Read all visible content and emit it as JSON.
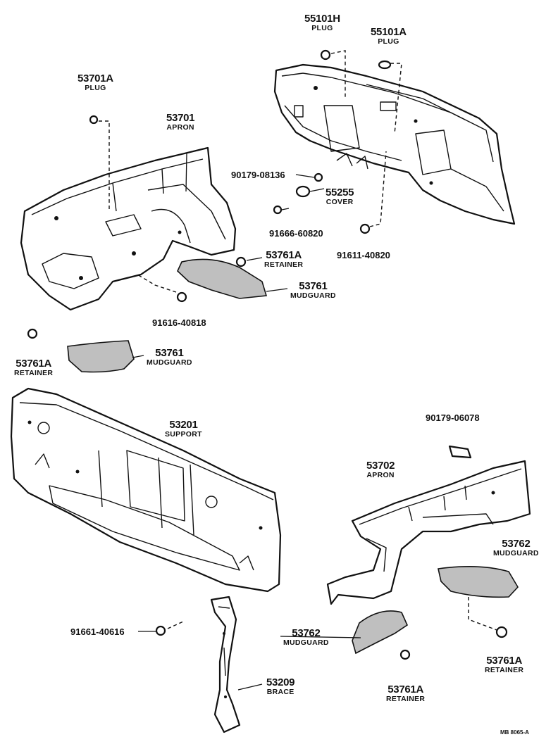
{
  "labels": [
    {
      "id": "p55101h",
      "number": "55101H",
      "name": "PLUG"
    },
    {
      "id": "p55101a",
      "number": "55101A",
      "name": "PLUG"
    },
    {
      "id": "p53701a",
      "number": "53701A",
      "name": "PLUG"
    },
    {
      "id": "p53701",
      "number": "53701",
      "name": "APRON"
    },
    {
      "id": "p55255",
      "number": "55255",
      "name": "COVER"
    },
    {
      "id": "p53761a_top",
      "number": "53761A",
      "name": "RETAINER"
    },
    {
      "id": "p53761_top",
      "number": "53761",
      "name": "MUDGUARD"
    },
    {
      "id": "p53761a_left",
      "number": "53761A",
      "name": "RETAINER"
    },
    {
      "id": "p53761_left",
      "number": "53761",
      "name": "MUDGUARD"
    },
    {
      "id": "p53201",
      "number": "53201",
      "name": "SUPPORT"
    },
    {
      "id": "p53702",
      "number": "53702",
      "name": "APRON"
    },
    {
      "id": "p53762_right",
      "number": "53762",
      "name": "MUDGUARD"
    },
    {
      "id": "p53762_mid",
      "number": "53762",
      "name": "MUDGUARD"
    },
    {
      "id": "p53761a_mid",
      "number": "53761A",
      "name": "RETAINER"
    },
    {
      "id": "p53761a_right",
      "number": "53761A",
      "name": "RETAINER"
    },
    {
      "id": "p53209",
      "number": "53209",
      "name": "BRACE"
    }
  ],
  "codes": [
    {
      "id": "c90179_08136",
      "text": "90179-08136"
    },
    {
      "id": "c91666_60820",
      "text": "91666-60820"
    },
    {
      "id": "c91611_40820",
      "text": "91611-40820"
    },
    {
      "id": "c91616_40818",
      "text": "91616-40818"
    },
    {
      "id": "c90179_06078",
      "text": "90179-06078"
    },
    {
      "id": "c91661_40616",
      "text": "91661-40616"
    }
  ],
  "figure_id": "MB 8065-A"
}
